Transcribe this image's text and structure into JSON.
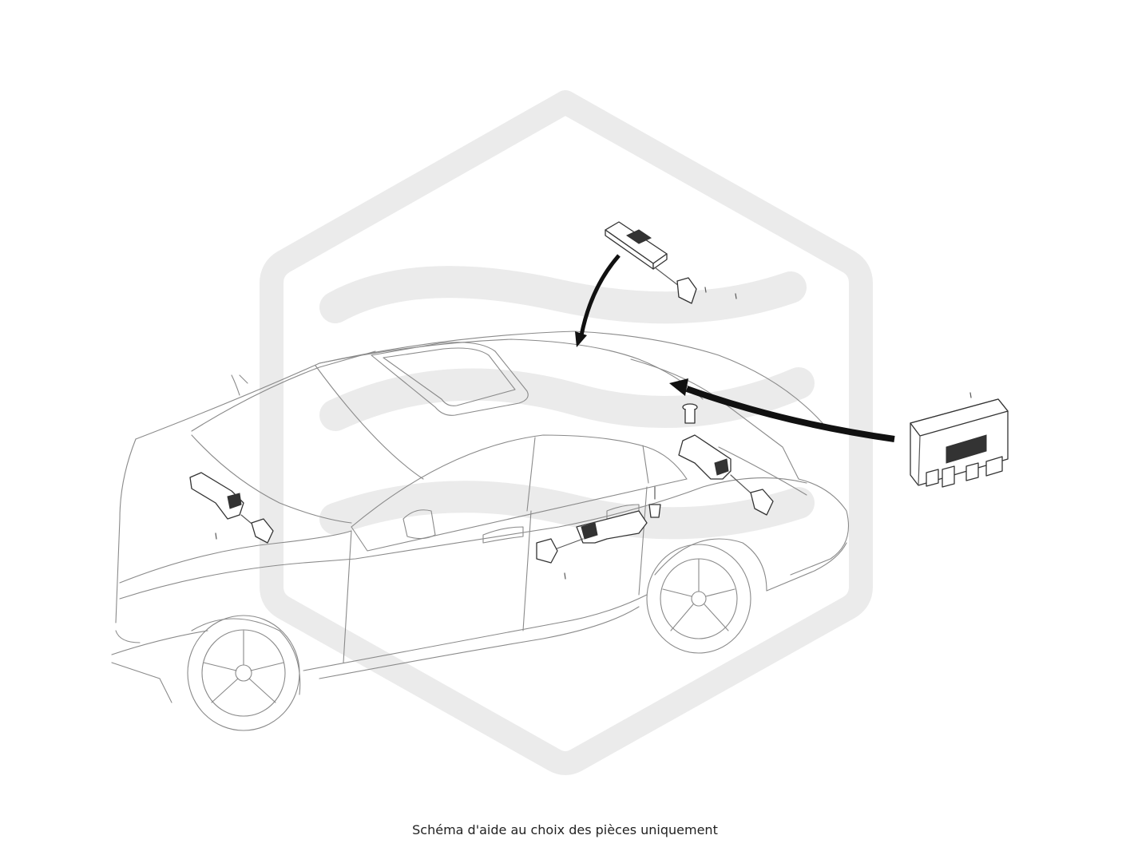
{
  "caption": "Schéma d'aide au choix des pièces uniquement",
  "watermark": {
    "type": "hexagon-logo",
    "color": "#ebebeb"
  },
  "colors": {
    "line": "#8a8a8a",
    "part": "#333333",
    "background": "#ffffff"
  },
  "illustration": {
    "subject": "car",
    "parts": [
      "roof-antenna-module",
      "control-unit",
      "door-sensor-front-left",
      "door-sensor-rear-left",
      "door-sensor-rear-right",
      "clip-fastener"
    ]
  }
}
